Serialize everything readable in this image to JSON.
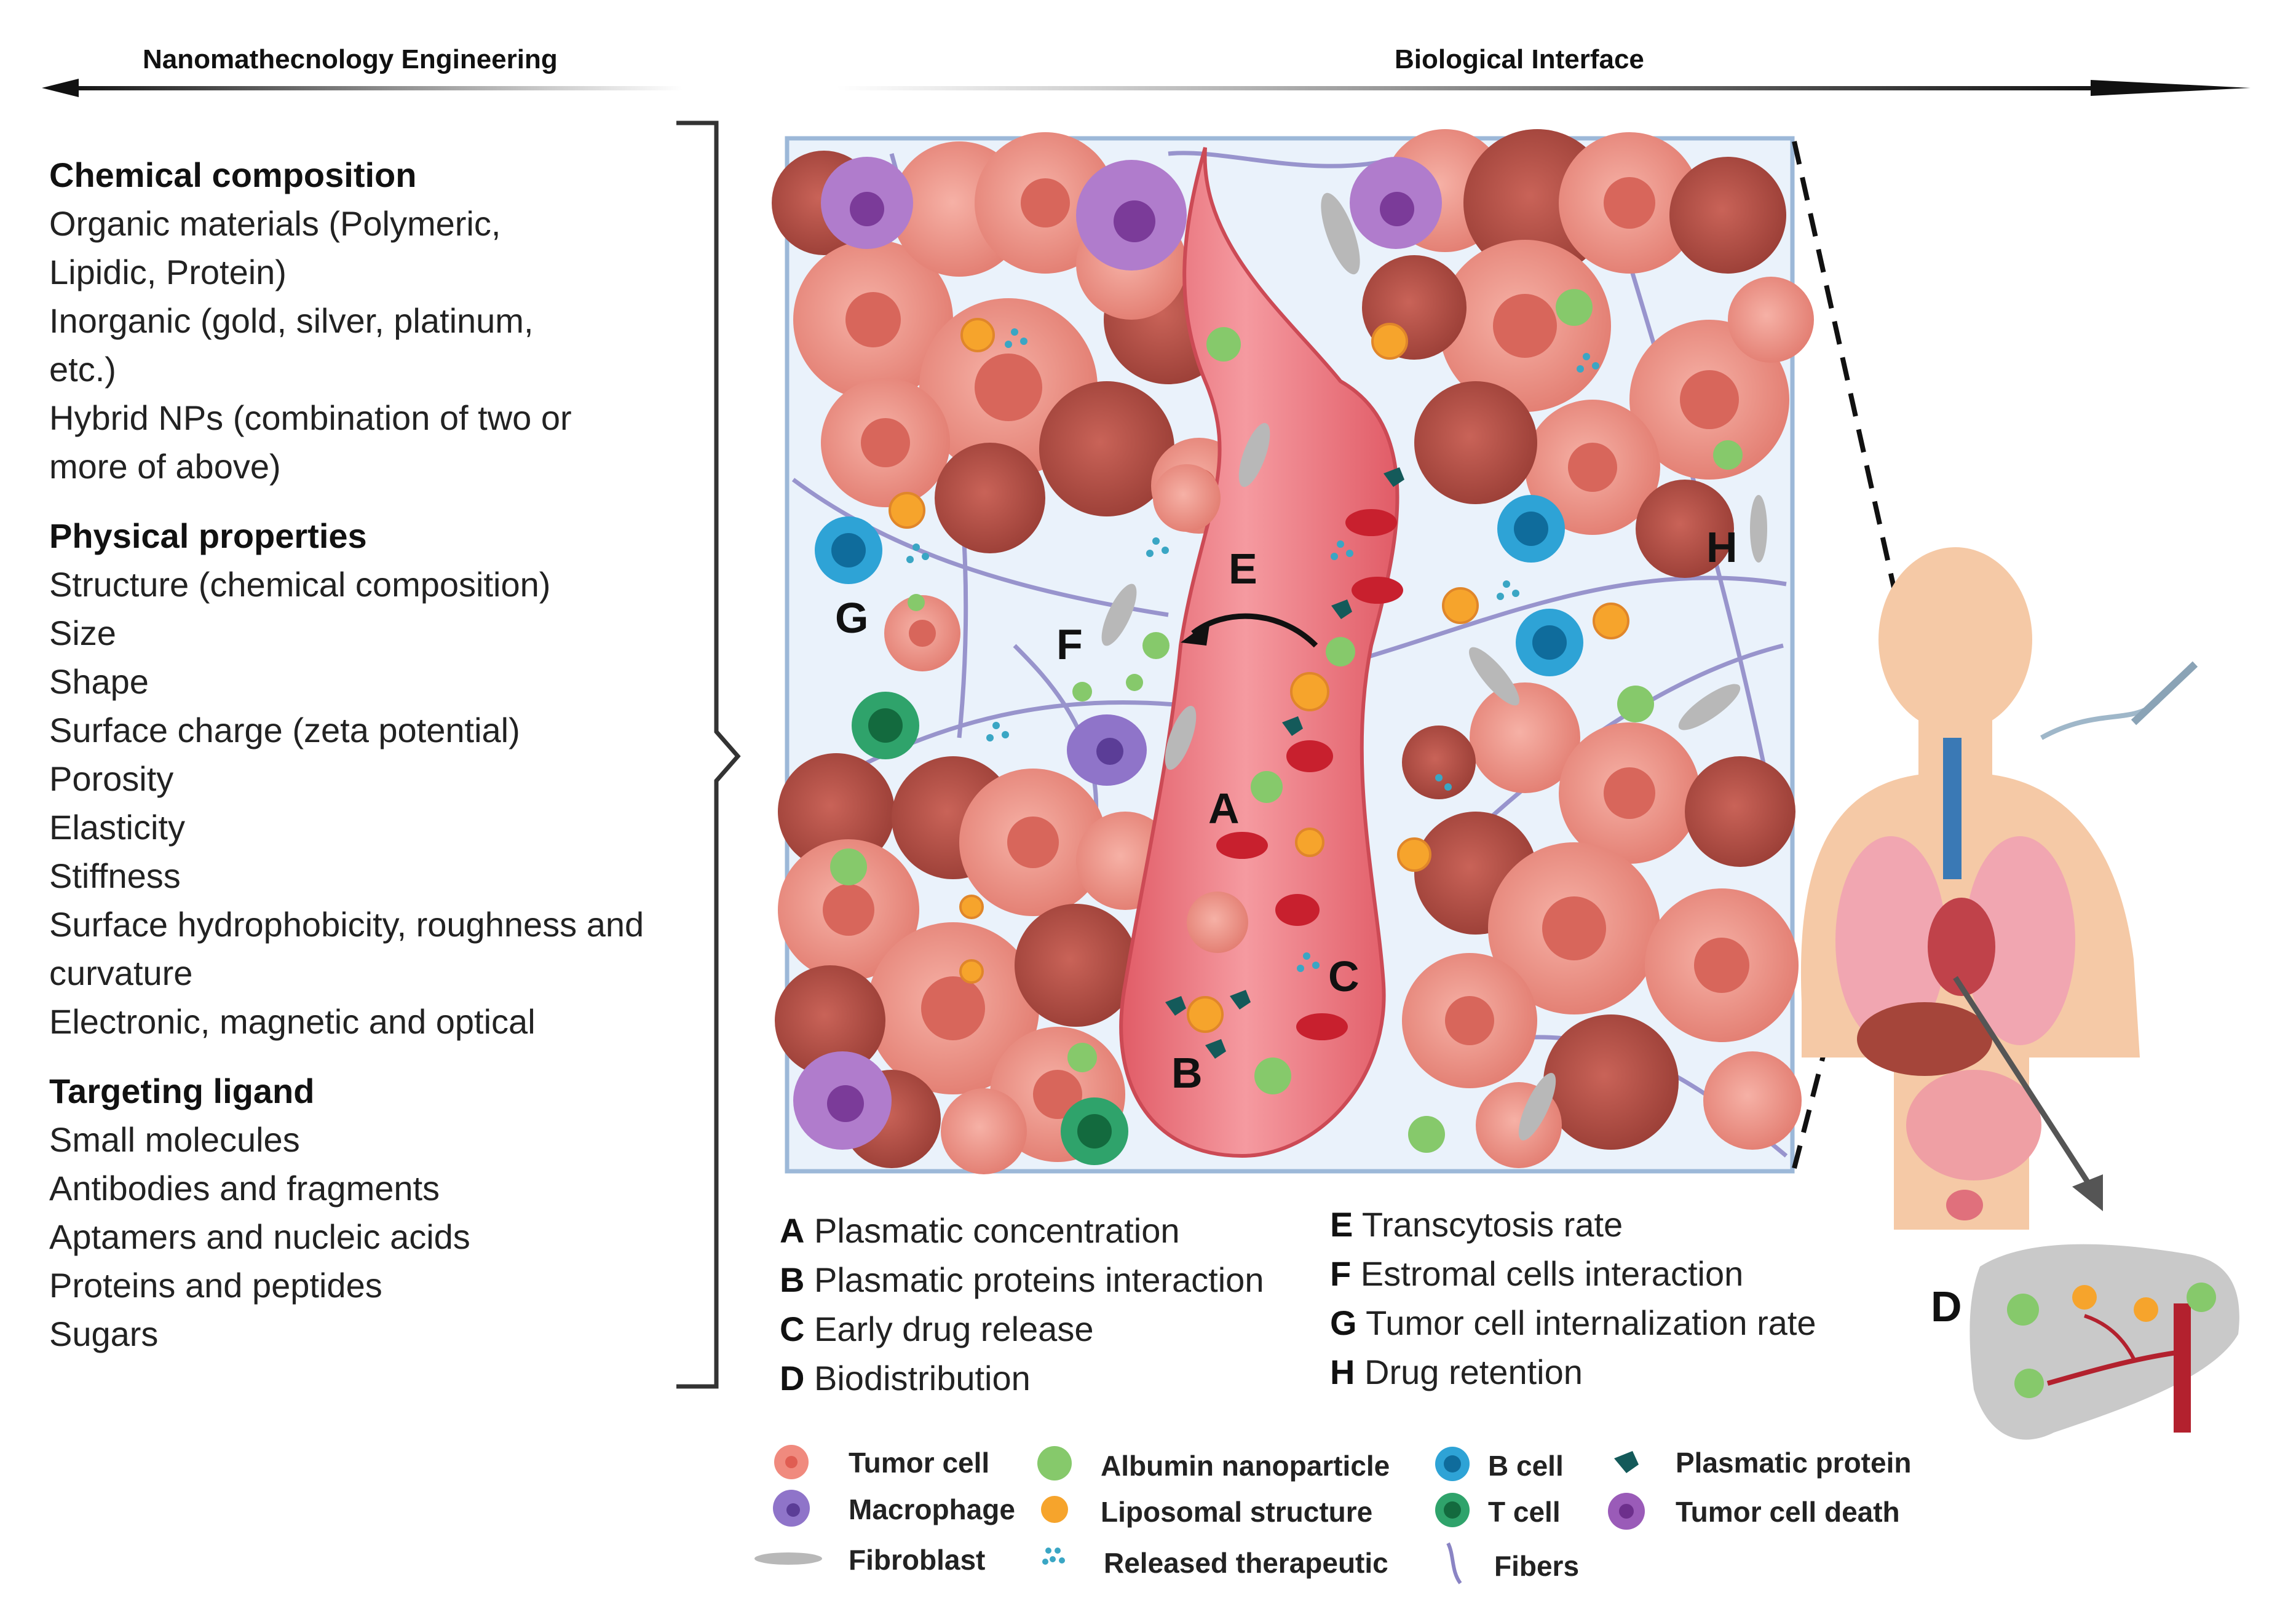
{
  "header": {
    "left": "Nanomathecnology Engineering",
    "right": "Biological Interface"
  },
  "left_panel": {
    "sections": [
      {
        "title": "Chemical composition",
        "items": [
          "Organic materials (Polymeric,",
          "Lipidic, Protein)",
          "Inorganic (gold, silver, platinum,",
          "etc.)",
          "Hybrid NPs (combination of two or",
          "more of above)"
        ]
      },
      {
        "title": "Physical properties",
        "items": [
          "Structure (chemical composition)",
          "Size",
          "Shape",
          "Surface charge (zeta potential)",
          "Porosity",
          "Elasticity",
          "Stiffness",
          "Surface hydrophobicity, roughness and",
          "curvature",
          "Electronic, magnetic and optical"
        ]
      },
      {
        "title": "Targeting ligand",
        "items": [
          "Small molecules",
          "Antibodies and fragments",
          "Aptamers and nucleic acids",
          "Proteins and peptides",
          "Sugars"
        ]
      }
    ]
  },
  "scene_letters": [
    "A",
    "B",
    "C",
    "D",
    "E",
    "F",
    "G",
    "H"
  ],
  "key_col1": [
    {
      "letter": "A",
      "text": "Plasmatic concentration"
    },
    {
      "letter": "B",
      "text": "Plasmatic proteins interaction"
    },
    {
      "letter": "C",
      "text": "Early drug release"
    },
    {
      "letter": "D",
      "text": "Biodistribution"
    }
  ],
  "key_col2": [
    {
      "letter": "E",
      "text": "Transcytosis rate"
    },
    {
      "letter": "F",
      "text": "Estromal cells interaction"
    },
    {
      "letter": "G",
      "text": "Tumor cell internalization rate"
    },
    {
      "letter": "H",
      "text": "Drug retention"
    }
  ],
  "legend": [
    {
      "label": "Tumor cell",
      "icon": "tumor-cell-icon",
      "color": "#f08a7e"
    },
    {
      "label": "Macrophage",
      "icon": "macrophage-icon",
      "color": "#8f74c9"
    },
    {
      "label": "Fibroblast",
      "icon": "fibroblast-icon",
      "color": "#b8b8b8"
    },
    {
      "label": "Albumin nanoparticle",
      "icon": "albumin-nanoparticle-icon",
      "color": "#86c96b"
    },
    {
      "label": "Liposomal  structure",
      "icon": "liposome-icon",
      "color": "#f6a42c"
    },
    {
      "label": "Released  therapeutic",
      "icon": "released-therapeutic-icon",
      "color": "#3aa6c4"
    },
    {
      "label": "B cell",
      "icon": "b-cell-icon",
      "color": "#2ea3d6"
    },
    {
      "label": "T cell",
      "icon": "t-cell-icon",
      "color": "#2fa36b"
    },
    {
      "label": "Fibers",
      "icon": "fibers-icon",
      "color": "#8a84c4"
    },
    {
      "label": "Plasmatic protein",
      "icon": "plasmatic-protein-icon",
      "color": "#145a5a"
    },
    {
      "label": "Tumor cell death",
      "icon": "tumor-cell-death-icon",
      "color": "#9a5bb8"
    }
  ],
  "colors": {
    "tumor_light": "#f4a396",
    "tumor_mid": "#e0756a",
    "tumor_dark": "#a84a40",
    "vessel": "#e8707a",
    "rbc": "#c8202e",
    "panel_bg": "#e8f1fb",
    "panel_border": "#9cb8d8",
    "skin": "#f5c9a6"
  }
}
